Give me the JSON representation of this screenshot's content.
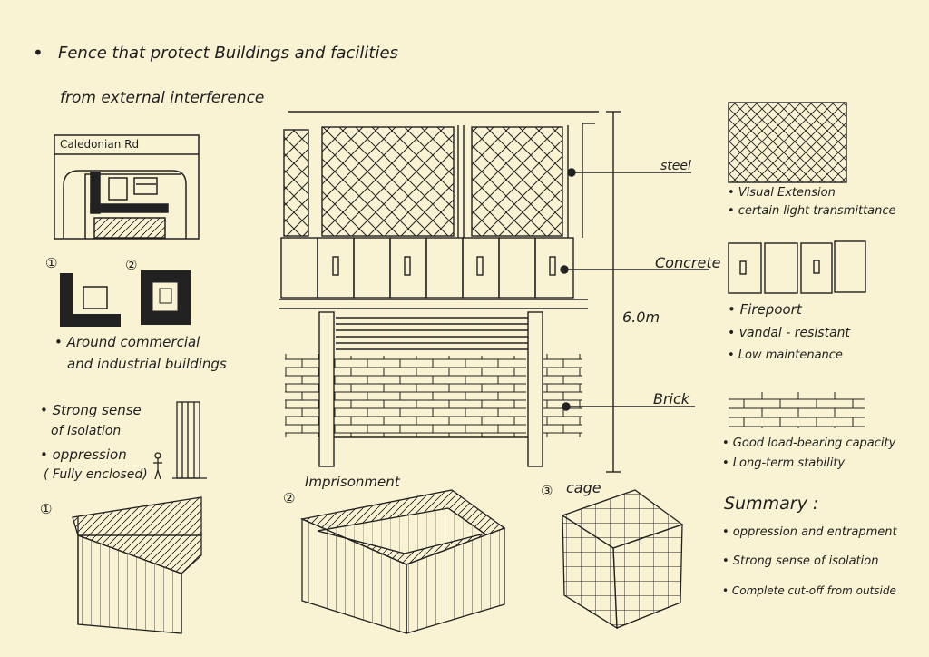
{
  "heading": {
    "bullet": "•",
    "line1": "Fence that protect Buildings and facilities",
    "line2": "from external interference"
  },
  "map": {
    "street": "Caledonian Rd"
  },
  "types": {
    "marker1": "①",
    "marker2": "②"
  },
  "notes_left": {
    "bullet1": "• Around commercial",
    "bullet1_cont": "and industrial buildings",
    "bullet2": "• Strong sense",
    "bullet2_cont": "of Isolation",
    "bullet3": "• oppression",
    "bullet3_cont": "( Fully enclosed)"
  },
  "elevation": {
    "label_steel": "steel",
    "label_concrete": "Concrete",
    "label_brick": "Brick",
    "dimension": "6.0m"
  },
  "materials": {
    "steel_notes": [
      "• Visual Extension",
      "• certain light transmittance"
    ],
    "concrete_notes": [
      "• Firepoort",
      "• vandal - resistant",
      "• Low maintenance"
    ],
    "brick_notes": [
      "• Good load-bearing capacity",
      "• Long-term stability"
    ]
  },
  "perspectives": {
    "p1_marker": "①",
    "p2_marker": "②",
    "p2_label": "Imprisonment",
    "p3_marker": "③",
    "p3_label": "cage"
  },
  "summary": {
    "title": "Summary :",
    "items": [
      "• oppression and entrapment",
      "• Strong sense of isolation",
      "• Complete cut-off from outside"
    ]
  },
  "colors": {
    "paper": "#f9f3d3",
    "ink": "#1f1f1f"
  }
}
